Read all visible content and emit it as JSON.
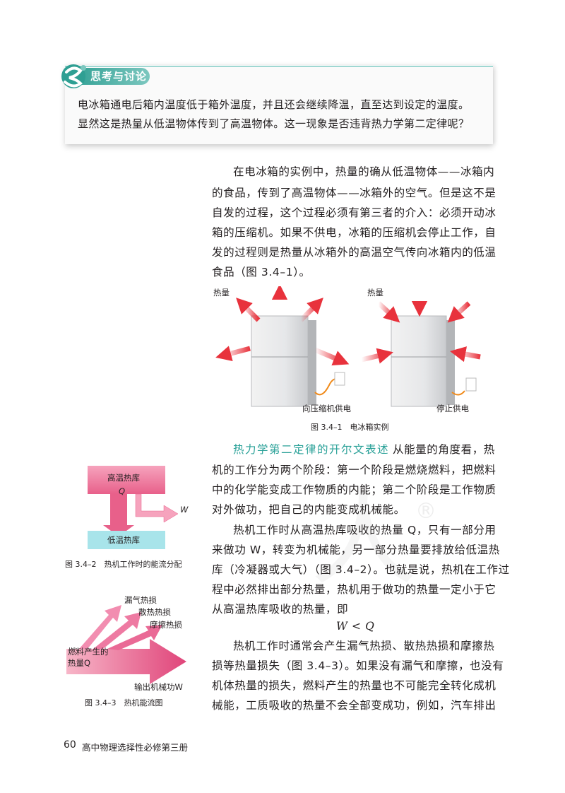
{
  "discussion": {
    "title": "思考与讨论",
    "lines": [
      "电冰箱通电后箱内温度低于箱外温度，并且还会继续降温，直至达到设定的温度。",
      "显然这是热量从低温物体传到了高温物体。这一现象是否违背热力学第二定律呢？"
    ]
  },
  "paragraph1": [
    "在电冰箱的实例中，热量的确从低温物体——冰箱内",
    "的食品，传到了高温物体——冰箱外的空气。但是这不是",
    "自发的过程，这个过程必须有第三者的介入：必须开动冰",
    "箱的压缩机。如果不供电，冰箱的压缩机会停止工作，自",
    "发的过程则是热量从冰箱外的高温空气传向冰箱内的低温",
    "食品（图 3.4–1）。"
  ],
  "figure1": {
    "left_heat_label": "热量",
    "right_heat_label": "热量",
    "left_label": "向压缩机供电",
    "right_label": "停止供电",
    "caption": "图 3.4–1　电冰箱实例"
  },
  "section": {
    "heading": "热力学第二定律的开尔文表述",
    "first_line_rest": "从能量的角度看，热",
    "lines": [
      "机的工作分为两个阶段：第一个阶段是燃烧燃料，把燃料",
      "中的化学能变成工作物质的内能；第二个阶段是工作物质",
      "对外做功，把自己的内能变成机械能。",
      "热机工作时从高温热库吸收的热量 Q，只有一部分用",
      "来做功 W，转变为机械能，另一部分热量要排放给低温热",
      "库（冷凝器或大气）（图 3.4–2）。也就是说，热机在工作过",
      "程中必然排出部分热量，热机用于做功的热量一定小于它",
      "从高温热库吸收的热量，即"
    ],
    "formula": "W < Q",
    "lines2": [
      "热机工作时通常会产生漏气热损、散热热损和摩擦热",
      "损等热量损失（图 3.4–3）。如果没有漏气和摩擦，也没有",
      "机体热量的损失，燃料产生的热量也不可能完全转化成机",
      "械能，工质吸收的热量不会全部变成功，例如，汽车排出"
    ]
  },
  "figure2": {
    "high_reservoir": "高温热库",
    "q_label": "Q",
    "w_label": "W",
    "low_reservoir": "低温热库",
    "caption": "图 3.4–2　热机工作时的能流分配"
  },
  "figure3": {
    "leak_loss": "漏气热损",
    "dissipation_loss": "散热热损",
    "friction_loss": "摩擦热损",
    "fuel_heat": "燃料产生的",
    "fuel_heat_2": "热量Q",
    "output_work": "输出机械功W",
    "caption": "图 3.4–3　热机能流图"
  },
  "footer": {
    "page_number": "60",
    "book_title": "高中物理选择性必修第三册"
  },
  "watermark": {
    "text": "人",
    "mark": "®"
  },
  "colors": {
    "accent_teal": "#2aa198",
    "heat_arrow_red": "#e8323c",
    "reservoir_pink": "#e8608a",
    "reservoir_cyan": "#a8e4ea"
  }
}
